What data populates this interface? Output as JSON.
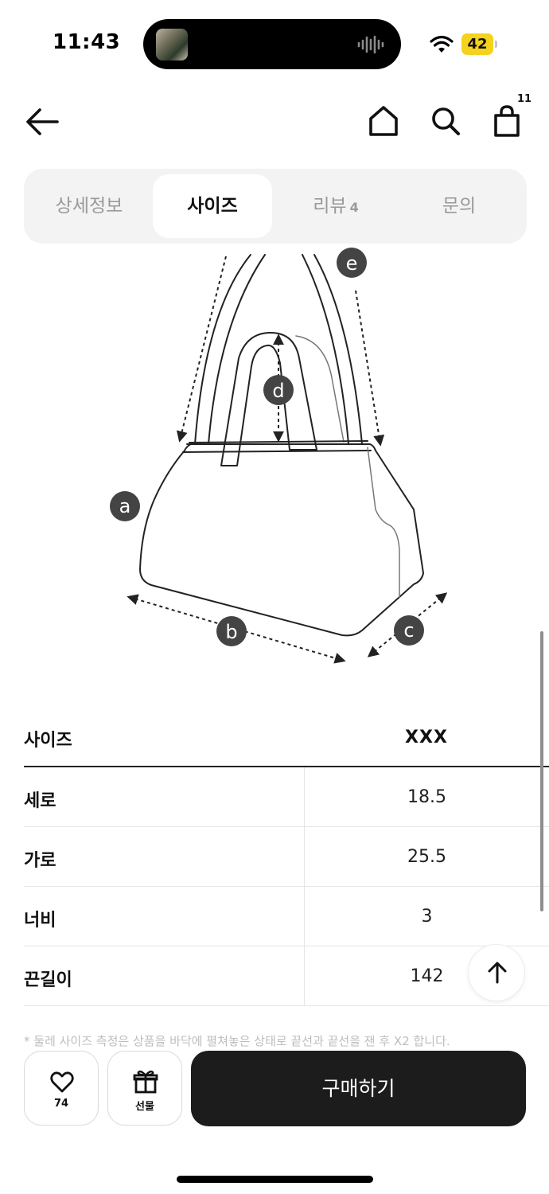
{
  "status_bar": {
    "time": "11:43",
    "battery": "42",
    "battery_color": "#f5d21c",
    "icons": [
      "wifi-icon",
      "sound-wave-icon"
    ]
  },
  "header": {
    "icons": [
      "back-arrow-icon",
      "home-icon",
      "search-icon",
      "shopping-bag-icon"
    ],
    "cart_count": "11"
  },
  "tabs": [
    {
      "label": "상세정보",
      "active": false
    },
    {
      "label": "사이즈",
      "active": true
    },
    {
      "label": "리뷰",
      "count": "4",
      "active": false
    },
    {
      "label": "문의",
      "active": false
    }
  ],
  "illustration": {
    "labels": [
      "a",
      "b",
      "c",
      "d",
      "e"
    ]
  },
  "size_table": {
    "header": {
      "label": "사이즈",
      "size": "XXX"
    },
    "rows": [
      {
        "label": "세로",
        "value": "18.5"
      },
      {
        "label": "가로",
        "value": "25.5"
      },
      {
        "label": "너비",
        "value": "3"
      },
      {
        "label": "끈길이",
        "value": "142"
      }
    ]
  },
  "note": "* 둘레 사이즈 측정은 상품을 바닥에 펼쳐놓은 상태로 끝선과 끝선을 잰 후 X2 합니다.",
  "bottom_bar": {
    "like_count": "74",
    "gift_label": "선물",
    "buy_label": "구매하기",
    "buy_color": "#1c1c1c"
  }
}
